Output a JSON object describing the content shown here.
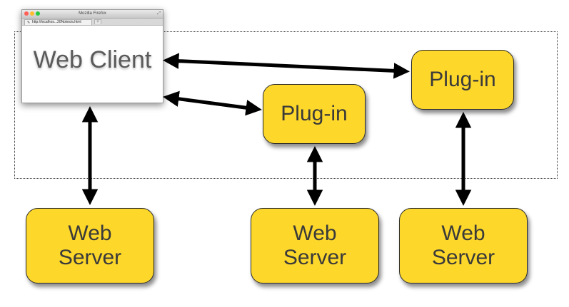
{
  "browser": {
    "window_title": "Mozilla Firefox",
    "tab_url": "http://localhos...20Notes/a.html",
    "new_tab_glyph": "+",
    "traffic_lights": [
      "#ff5f57",
      "#ffbd2e",
      "#28c940"
    ],
    "content_label": "Web Client"
  },
  "plugins": [
    {
      "label": "Plug-in"
    },
    {
      "label": "Plug-in"
    }
  ],
  "servers": [
    {
      "line1": "Web",
      "line2": "Server"
    },
    {
      "line1": "Web",
      "line2": "Server"
    },
    {
      "line1": "Web",
      "line2": "Server"
    }
  ],
  "colors": {
    "box_fill": "#fdd72a",
    "box_border": "#2b2b2b",
    "arrow": "#000000",
    "region_border": "#333333"
  }
}
